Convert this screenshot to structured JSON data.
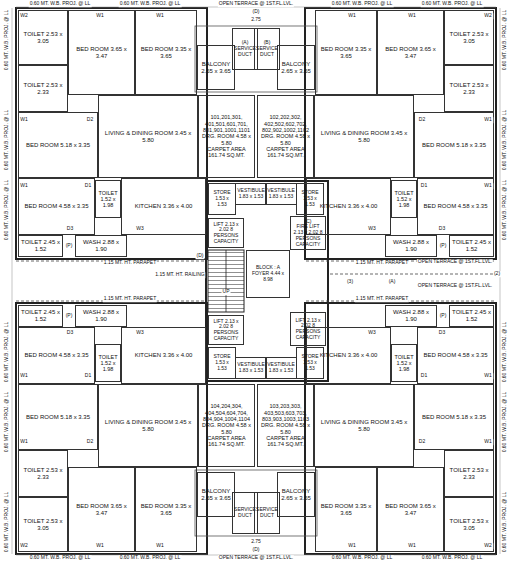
{
  "diagram": {
    "nodes": [
      {
        "text": [
          "TOILET 2.53 x 3.05"
        ]
      },
      {
        "text": [
          "TOILET 2.53 x 2.33"
        ]
      },
      {
        "text": [
          "BED ROOM 3.65 x 3.47"
        ]
      },
      {
        "text": [
          "BED ROOM 3.35 x 3.65"
        ]
      },
      {
        "text": [
          "BALCONY 2.65 x 3.65"
        ]
      },
      {
        "text": [
          "(A)",
          "SERVICE DUCT"
        ]
      },
      {
        "text": [
          "BED ROOM 5.18 x 3.35"
        ]
      },
      {
        "text": [
          "LIVING & DINING ROOM 3.45 x 5.80"
        ]
      },
      {
        "text": [
          "101,201,301, 401,501,601,701, 801,901,1001,1101",
          "DRG. ROOM 4.58 x 5.80",
          "CARPET AREA 161.74 SQ.MT."
        ]
      },
      {
        "text": [
          "BED ROOM 4.58 x 3.35"
        ]
      },
      {
        "text": [
          "TOILET 1.52 x 1.98"
        ]
      },
      {
        "text": [
          "KITCHEN 3.36 x 4.00"
        ]
      },
      {
        "text": [
          "TOILET 2.45 x 1.52"
        ]
      },
      {
        "text": [
          "WASH 2.88 x 1.90"
        ]
      },
      {
        "text": [
          "TOILET 2.53 x 3.05"
        ]
      },
      {
        "text": [
          "TOILET 2.53 x 2.33"
        ]
      },
      {
        "text": [
          "BED ROOM 3.65 x 3.47"
        ]
      },
      {
        "text": [
          "BED ROOM 3.35 x 3.65"
        ]
      },
      {
        "text": [
          "BALCONY 2.65 x 3.65"
        ]
      },
      {
        "text": [
          "(B)",
          "SERVICE DUCT"
        ]
      },
      {
        "text": [
          "BED ROOM 5.18 x 3.35"
        ]
      },
      {
        "text": [
          "LIVING & DINING ROOM 3.45 x 5.80"
        ]
      },
      {
        "text": [
          "102,202,302, 402,502,602,702, 802,902,1002,1102",
          "DRG. ROOM 4.58 x 5.80",
          "CARPET AREA 161.74 SQ.MT."
        ]
      },
      {
        "text": [
          "BED ROOM 4.58 x 3.35"
        ]
      },
      {
        "text": [
          "TOILET 1.52 x 1.98"
        ]
      },
      {
        "text": [
          "KITCHEN 3.36 x 4.00"
        ]
      },
      {
        "text": [
          "TOILET 2.45 x 1.52"
        ]
      },
      {
        "text": [
          "WASH 2.88 x 1.90"
        ]
      },
      {
        "text": [
          "TOILET 2.53 x 3.05"
        ]
      },
      {
        "text": [
          "TOILET 2.53 x 2.33"
        ]
      },
      {
        "text": [
          "BED ROOM 3.65 x 3.47"
        ]
      },
      {
        "text": [
          "BED ROOM 3.35 x 3.65"
        ]
      },
      {
        "text": [
          "BALCONY 2.65 x 3.65"
        ]
      },
      {
        "text": [
          "SERVICE DUCT"
        ]
      },
      {
        "text": [
          "BED ROOM 5.18 x 3.35"
        ]
      },
      {
        "text": [
          "LIVING & DINING ROOM 3.45 x 5.80"
        ]
      },
      {
        "text": [
          "104,204,304, 404,504,604,704, 804,904,1004,1104",
          "DRG. ROOM 4.58 x 5.80",
          "CARPET AREA 161.74 SQ.MT."
        ]
      },
      {
        "text": [
          "BED ROOM 4.58 x 3.35"
        ]
      },
      {
        "text": [
          "TOILET 1.52 x 1.98"
        ]
      },
      {
        "text": [
          "KITCHEN 3.36 x 4.00"
        ]
      },
      {
        "text": [
          "TOILET 2.45 x 1.52"
        ]
      },
      {
        "text": [
          "WASH 2.88 x 1.90"
        ]
      },
      {
        "text": [
          "TOILET 2.53 x 3.05"
        ]
      },
      {
        "text": [
          "TOILET 2.53 x 2.33"
        ]
      },
      {
        "text": [
          "BED ROOM 3.65 x 3.47"
        ]
      },
      {
        "text": [
          "BED ROOM 3.35 x 3.65"
        ]
      },
      {
        "text": [
          "BALCONY 2.65 x 3.65"
        ]
      },
      {
        "text": [
          "SERVICE DUCT"
        ]
      },
      {
        "text": [
          "BED ROOM 5.18 x 3.35"
        ]
      },
      {
        "text": [
          "LIVING & DINING ROOM 3.45 x 5.80"
        ]
      },
      {
        "text": [
          "103,203,303, 403,503,603,703, 803,903,1003,1103",
          "DRG. ROOM 4.58 x 5.80",
          "CARPET AREA 161.74 SQ.MT."
        ]
      },
      {
        "text": [
          "BED ROOM 4.58 x 3.35"
        ]
      },
      {
        "text": [
          "TOILET 1.52 x 1.98"
        ]
      },
      {
        "text": [
          "KITCHEN 3.36 x 4.00"
        ]
      },
      {
        "text": [
          "TOILET 2.45 x 1.52"
        ]
      },
      {
        "text": [
          "WASH 2.88 x 1.90"
        ]
      },
      {
        "text": [
          "STORE 1.53 x 1.53"
        ]
      },
      {
        "text": [
          "VESTIBULE 1.83 x 1.53"
        ]
      },
      {
        "text": [
          "VESTIBULE 1.83 x 1.53"
        ]
      },
      {
        "text": [
          "STORE 1.53 x 1.53"
        ]
      },
      {
        "text": [
          "LIFT 2.13 x 2.02 8 PERSONS CAPACITY"
        ]
      },
      {
        "text": [
          "(C)",
          "FIRE LIFT 2.13 x 2.02 8 PERSONS CAPACITY"
        ]
      },
      {
        "text": [
          "BLOCK : A",
          "FOYER 4.44 x 8.98"
        ]
      },
      {
        "text": [
          "LIFT 2.13 x 2.02 8 PERSONS CAPACITY"
        ]
      },
      {
        "text": [
          "LIFT 2.13 x 2.02 8 PERSONS CAPACITY"
        ]
      },
      {
        "text": [
          "STORE 1.53 x 1.53"
        ]
      },
      {
        "text": [
          "VESTIBULE 1.83 x 1.53"
        ]
      },
      {
        "text": [
          "VESTIBULE 1.83 x 1.53"
        ]
      },
      {
        "text": [
          "STORE 1.53 x 1.53"
        ]
      }
    ],
    "labels": [
      "0.60 MT. W.B. PROJ. @ LL",
      "0.60 MT. W.B. PROJ. @ LL",
      "0.60 MT. W.B. PROJ. @ LL",
      "0.60 MT. W.B. PROJ. @ LL",
      "0.60 MT. W.B. PROJ. @ LL",
      "W2",
      "W1",
      "W1",
      "W1",
      "D2",
      "W1",
      "D1",
      "D3",
      "W3",
      "(P)",
      "1.15 MT. HT. PARAPET",
      "0.60 MT. W.B. PROJ. @ LL",
      "0.60 MT. W.B. PROJ. @ LL",
      "0.60 MT. W.B. PROJ. @ LL",
      "0.60 MT. W.B. PROJ. @ LL",
      "0.60 MT. W.B. PROJ. @ LL",
      "W2",
      "W1",
      "W1",
      "W1",
      "D2",
      "W1",
      "D1",
      "D3",
      "W3",
      "(P)",
      "1.15 MT. HT. PARAPET",
      "0.60 MT. W.B. PROJ. @ LL",
      "0.60 MT. W.B. PROJ. @ LL",
      "0.60 MT. W.B. PROJ. @ LL",
      "0.60 MT. W.B. PROJ. @ LL",
      "0.60 MT. W.B. PROJ. @ LL",
      "W2",
      "W1",
      "W1",
      "W1",
      "D2",
      "W1",
      "D1",
      "D3",
      "W3",
      "(P)",
      "1.15 MT. HT. PARAPET",
      "0.60 MT. W.B. PROJ. @ LL",
      "0.60 MT. W.B. PROJ. @ LL",
      "0.60 MT. W.B. PROJ. @ LL",
      "0.60 MT. W.B. PROJ. @ LL",
      "0.60 MT. W.B. PROJ. @ LL",
      "W2",
      "W1",
      "W1",
      "W1",
      "D2",
      "W1",
      "D1",
      "D3",
      "W3",
      "(P)",
      "1.15 MT. HT. PARAPET",
      "OPEN TERRACE @ 1ST.FL.LVL.",
      "(D)",
      "2.75",
      "OPEN TERRACE @ 1ST.FL.LVL.",
      "(D)",
      "2.75",
      "(D)",
      "UP",
      "1.15 MT. HT. RAILING",
      "OPEN TERRACE @ 1ST.FL.LVL.",
      "OPEN TERRACE @ 1ST.FL.LVL.",
      "(3)",
      "(A)",
      "(2)"
    ]
  }
}
